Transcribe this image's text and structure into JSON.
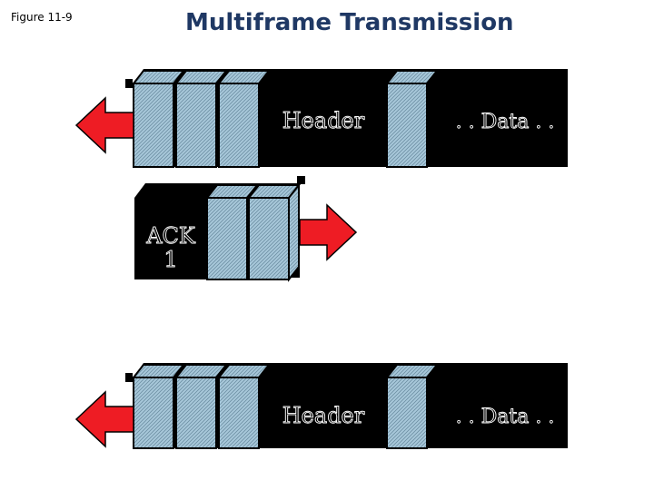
{
  "figure_label": "Figure 11-9",
  "title": "Multiframe Transmission",
  "frames": [
    {
      "header": "Header",
      "data": ". . Data . ."
    },
    {
      "ack": [
        "ACK",
        "1"
      ]
    },
    {
      "header": "Header",
      "data": ". . Data . ."
    }
  ],
  "colors": {
    "arrow": "#ee1c24",
    "hatch": "#9fc2d6",
    "frame_dark": "#000000",
    "title": "#1f3864"
  }
}
